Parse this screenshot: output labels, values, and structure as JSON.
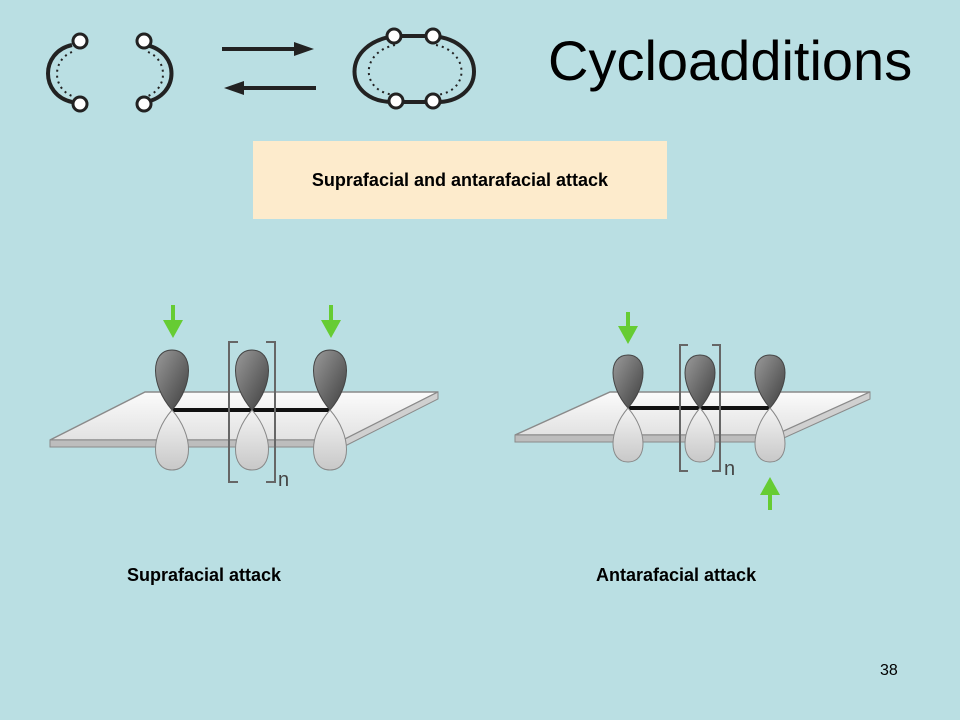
{
  "slide": {
    "title": "Cycloadditions",
    "subtitle": "Suprafacial and antarafacial attack",
    "captions": {
      "left": "Suprafacial attack",
      "right": "Antarafacial attack"
    },
    "n_label": "n",
    "page_number": "38"
  },
  "colors": {
    "background": "#badfe3",
    "subtitle_box": "#fdebcc",
    "arrow_green": "#66cc33",
    "lobe_dark": "#6b6b6b",
    "lobe_light": "#d9d9d9"
  },
  "icons": [
    "cycloaddition-equilibrium-icon",
    "p-orbital-icon",
    "green-attack-arrow-icon"
  ]
}
